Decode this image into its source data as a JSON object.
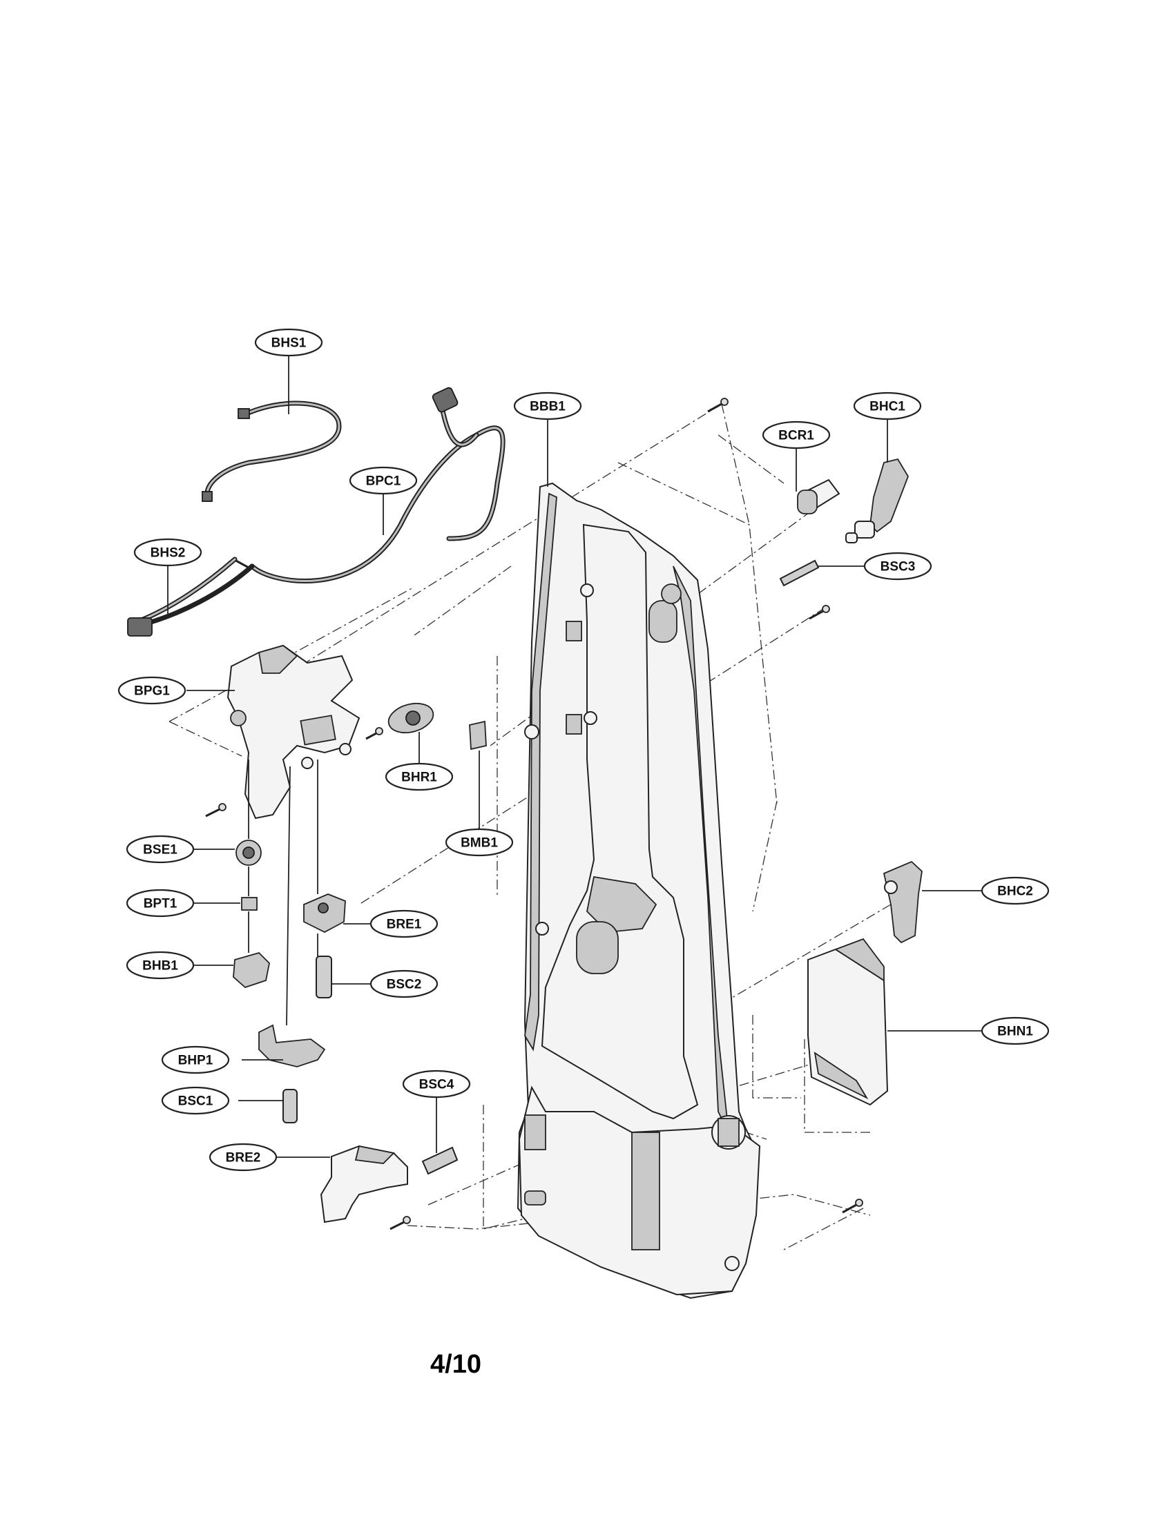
{
  "page_number": "4/10",
  "callouts": [
    {
      "id": "BHS1",
      "label": "BHS1"
    },
    {
      "id": "BBB1",
      "label": "BBB1"
    },
    {
      "id": "BHC1",
      "label": "BHC1"
    },
    {
      "id": "BCR1",
      "label": "BCR1"
    },
    {
      "id": "BPC1",
      "label": "BPC1"
    },
    {
      "id": "BHS2",
      "label": "BHS2"
    },
    {
      "id": "BSC3",
      "label": "BSC3"
    },
    {
      "id": "BPG1",
      "label": "BPG1"
    },
    {
      "id": "BHR1",
      "label": "BHR1"
    },
    {
      "id": "BMB1",
      "label": "BMB1"
    },
    {
      "id": "BSE1",
      "label": "BSE1"
    },
    {
      "id": "BPT1",
      "label": "BPT1"
    },
    {
      "id": "BRE1",
      "label": "BRE1"
    },
    {
      "id": "BHC2",
      "label": "BHC2"
    },
    {
      "id": "BHB1",
      "label": "BHB1"
    },
    {
      "id": "BSC2",
      "label": "BSC2"
    },
    {
      "id": "BHN1",
      "label": "BHN1"
    },
    {
      "id": "BHP1",
      "label": "BHP1"
    },
    {
      "id": "BSC4",
      "label": "BSC4"
    },
    {
      "id": "BSC1",
      "label": "BSC1"
    },
    {
      "id": "BRE2",
      "label": "BRE2"
    }
  ]
}
